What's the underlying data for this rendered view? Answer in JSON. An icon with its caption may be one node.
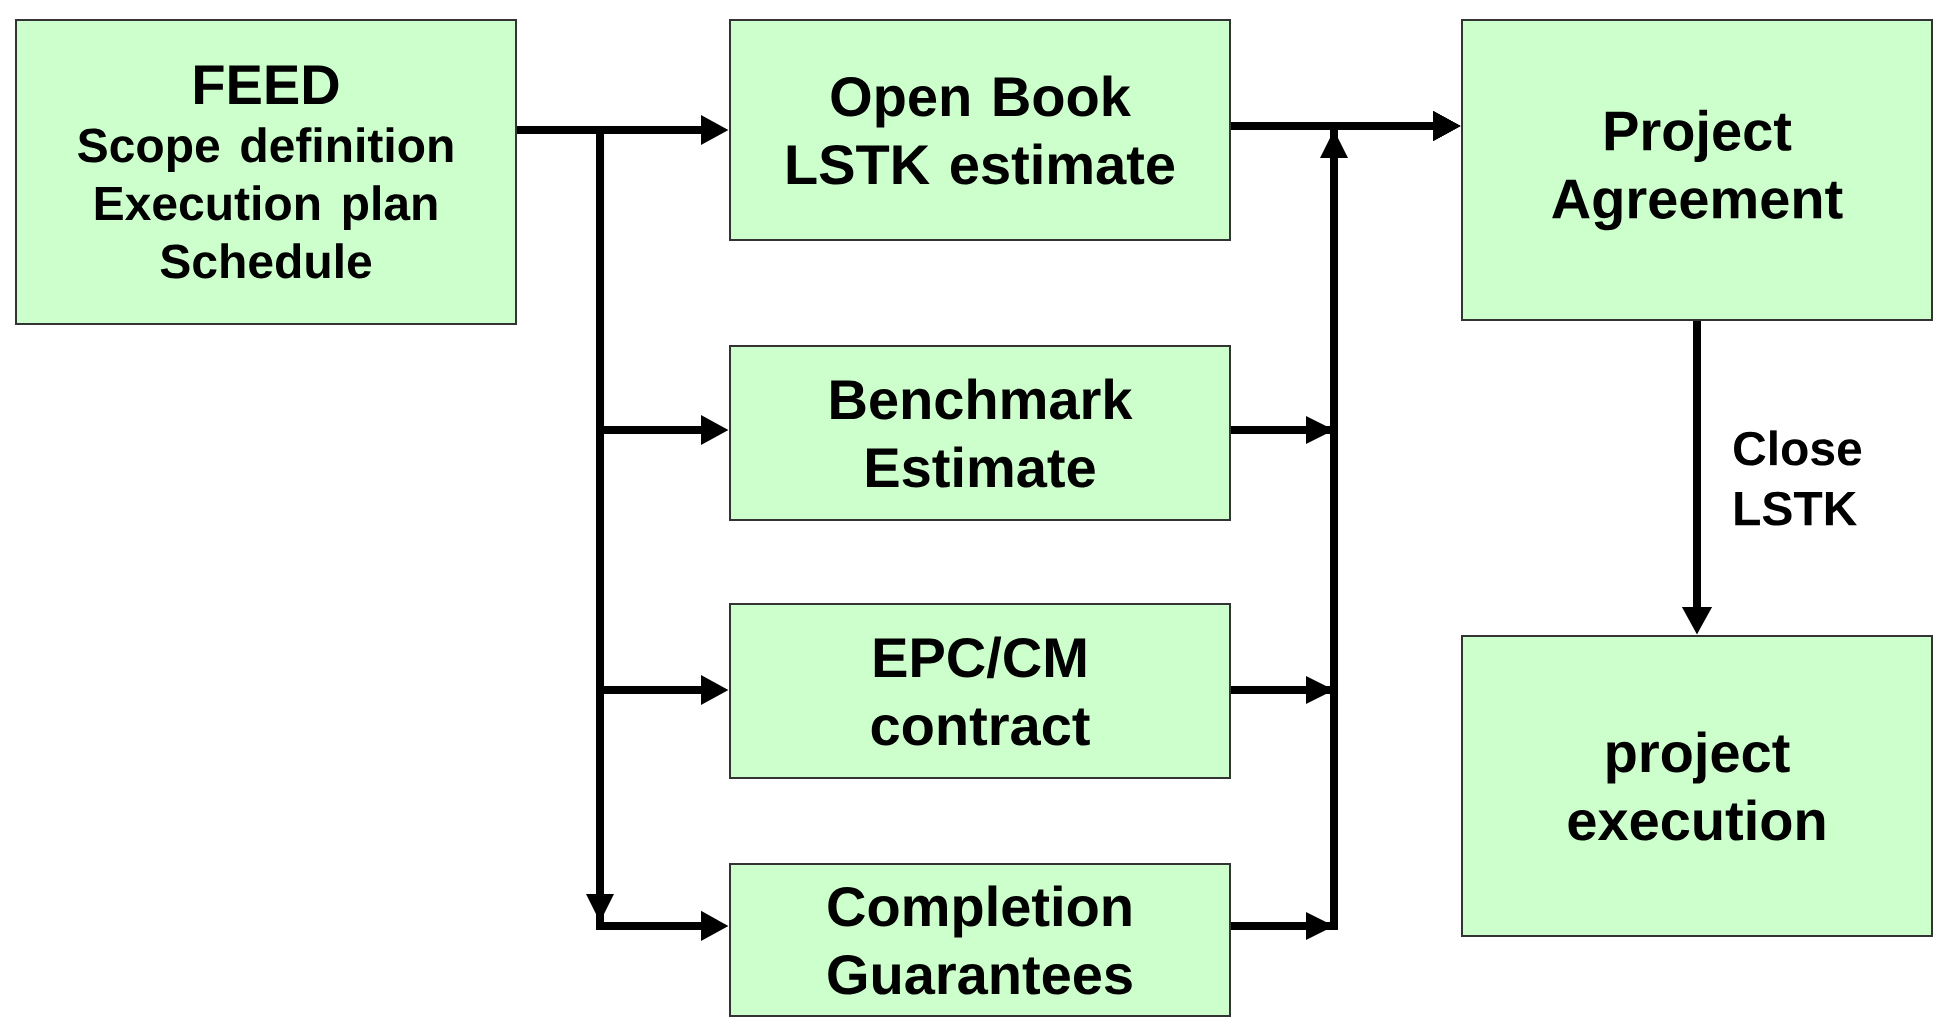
{
  "diagram": {
    "nodes": [
      {
        "text": [
          "FEED",
          "Scope definition",
          "Execution plan",
          "Schedule"
        ]
      },
      {
        "text": [
          "Open Book LSTK estimate"
        ]
      },
      {
        "text": [
          "Benchmark Estimate"
        ]
      },
      {
        "text": [
          "EPC/CM contract"
        ]
      },
      {
        "text": [
          "Completion Guarantees"
        ]
      },
      {
        "text": [
          "Project Agreement"
        ]
      },
      {
        "text": [
          "project execution"
        ]
      }
    ],
    "edges": [
      {
        "from": 0,
        "to": 1,
        "arrow": "to"
      },
      {
        "from": 0,
        "to": 2,
        "arrow": "to"
      },
      {
        "from": 0,
        "to": 3,
        "arrow": "to"
      },
      {
        "from": 0,
        "to": 4,
        "arrow": "to"
      },
      {
        "from": 1,
        "to": 5,
        "arrow": "to"
      },
      {
        "from": 2,
        "to": 5,
        "arrow": "to"
      },
      {
        "from": 3,
        "to": 5,
        "arrow": "to"
      },
      {
        "from": 4,
        "to": 5,
        "arrow": "to"
      },
      {
        "from": 5,
        "to": 6,
        "arrow": "to",
        "label": "Close LSTK"
      }
    ]
  }
}
